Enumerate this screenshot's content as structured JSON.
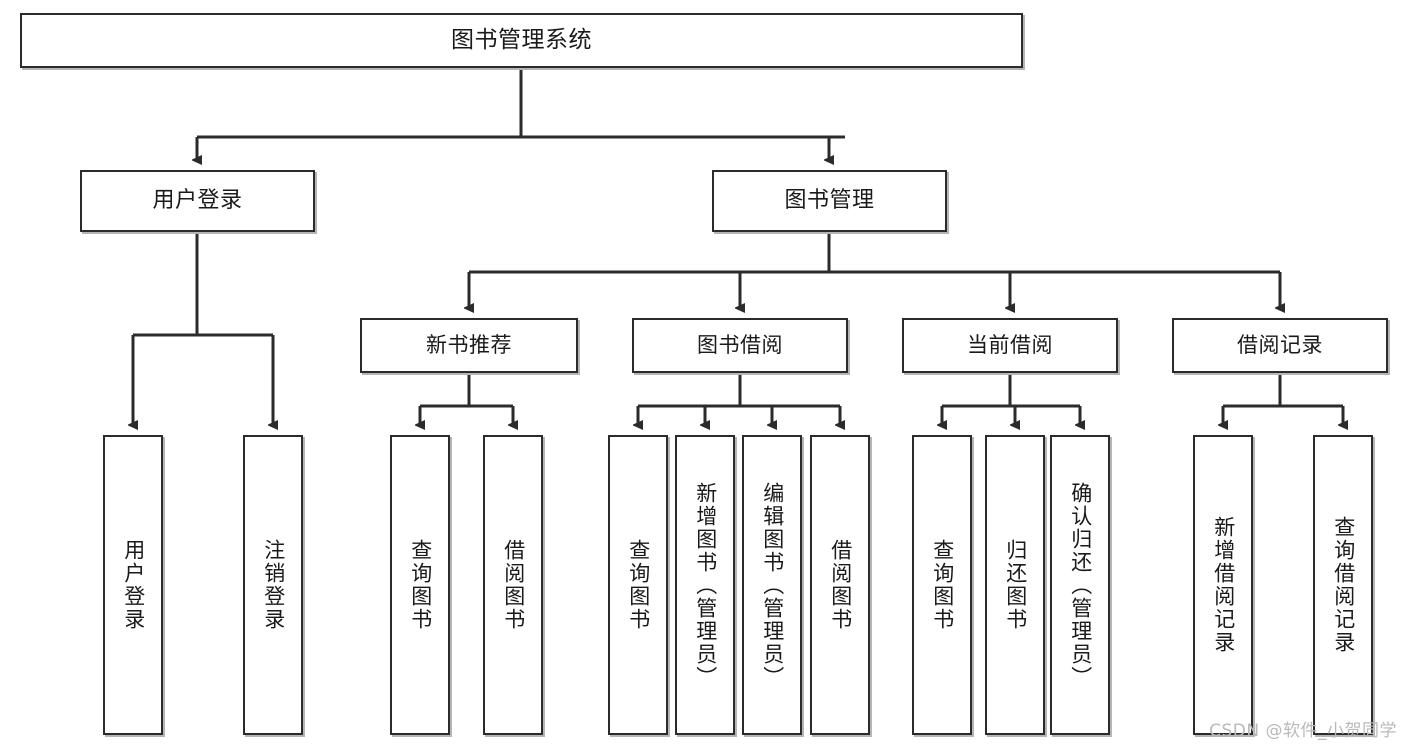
{
  "diagram": {
    "title": "图书管理系统",
    "type": "tree-hierarchy",
    "root": {
      "label": "图书管理系统"
    },
    "level1": [
      {
        "label": "用户登录"
      },
      {
        "label": "图书管理"
      }
    ],
    "level2": [
      {
        "label": "新书推荐"
      },
      {
        "label": "图书借阅"
      },
      {
        "label": "当前借阅"
      },
      {
        "label": "借阅记录"
      }
    ],
    "leaves": {
      "user_login": [
        {
          "label": "用户登录"
        },
        {
          "label": "注销登录"
        }
      ],
      "new_book_recommend": [
        {
          "label": "查询图书"
        },
        {
          "label": "借阅图书"
        }
      ],
      "book_borrow": [
        {
          "label": "查询图书"
        },
        {
          "label": "新增图书（管理员）"
        },
        {
          "label": "编辑图书（管理员）"
        },
        {
          "label": "借阅图书"
        }
      ],
      "current_borrow": [
        {
          "label": "查询图书"
        },
        {
          "label": "归还图书"
        },
        {
          "label": "确认归还（管理员）"
        }
      ],
      "borrow_record": [
        {
          "label": "新增借阅记录"
        },
        {
          "label": "查询借阅记录"
        }
      ]
    }
  },
  "watermark": {
    "text": "CSDN @软件_小贺同学"
  },
  "colors": {
    "stroke": "#2b2b2b",
    "box_fill": "#ffffff",
    "text": "#1a1a1a",
    "watermark": "#b9b9b9"
  }
}
